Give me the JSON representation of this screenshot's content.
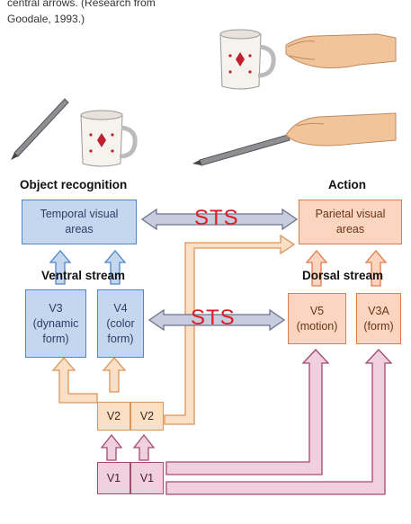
{
  "caption": {
    "line1": "central arrows. (Research from",
    "line2": "Goodale, 1993.)"
  },
  "headers": {
    "object_recognition": "Object recognition",
    "action": "Action",
    "ventral_stream": "Ventral stream",
    "dorsal_stream": "Dorsal stream"
  },
  "boxes": {
    "temporal": [
      "Temporal visual",
      "areas"
    ],
    "parietal": [
      "Parietal visual",
      "areas"
    ],
    "v3": [
      "V3",
      "(dynamic",
      "form)"
    ],
    "v4": [
      "V4",
      "(color",
      "form)"
    ],
    "v5": [
      "V5",
      "(motion)"
    ],
    "v3a": [
      "V3A",
      "(form)"
    ],
    "v2_left": "V2",
    "v2_right": "V2",
    "v1_left": "V1",
    "v1_right": "V1"
  },
  "labels": {
    "sts_top": "STS",
    "sts_middle": "STS"
  },
  "colors": {
    "ventral_blue": "#c5d7ee",
    "dorsal_orange": "#fbd5bf",
    "v1_pink": "#f0d0dc",
    "v2_peach": "#fbe0c5",
    "sts_red": "#e01b24"
  },
  "illustrations": [
    "mug-icon",
    "hand-icon",
    "pencil-icon"
  ]
}
